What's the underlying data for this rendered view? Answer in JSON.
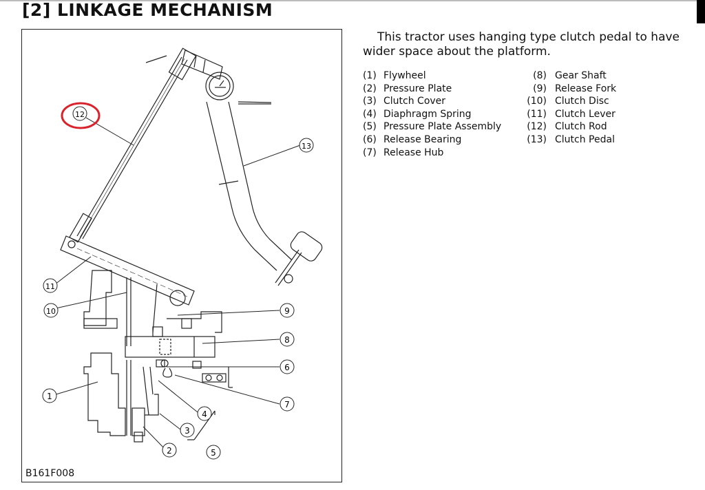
{
  "heading": "[2] LINKAGE MECHANISM",
  "description": "This tractor uses hanging type clutch pedal to have wider space about the platform.",
  "figure": {
    "code": "B161F008",
    "highlighted_callout": "12",
    "highlight_color": "#d9232b",
    "callouts": [
      "1",
      "2",
      "3",
      "4",
      "5",
      "6",
      "7",
      "8",
      "9",
      "10",
      "11",
      "12",
      "13"
    ]
  },
  "legend": {
    "left": [
      {
        "num": "(1)",
        "label": "Flywheel"
      },
      {
        "num": "(2)",
        "label": "Pressure Plate"
      },
      {
        "num": "(3)",
        "label": "Clutch Cover"
      },
      {
        "num": "(4)",
        "label": "Diaphragm Spring"
      },
      {
        "num": "(5)",
        "label": "Pressure Plate Assembly"
      },
      {
        "num": "(6)",
        "label": "Release Bearing"
      },
      {
        "num": "(7)",
        "label": "Release Hub"
      }
    ],
    "right": [
      {
        "num": "(8)",
        "label": "Gear Shaft"
      },
      {
        "num": "(9)",
        "label": "Release Fork"
      },
      {
        "num": "(10)",
        "label": "Clutch Disc"
      },
      {
        "num": "(11)",
        "label": "Clutch Lever"
      },
      {
        "num": "(12)",
        "label": "Clutch Rod"
      },
      {
        "num": "(13)",
        "label": "Clutch Pedal"
      }
    ]
  }
}
